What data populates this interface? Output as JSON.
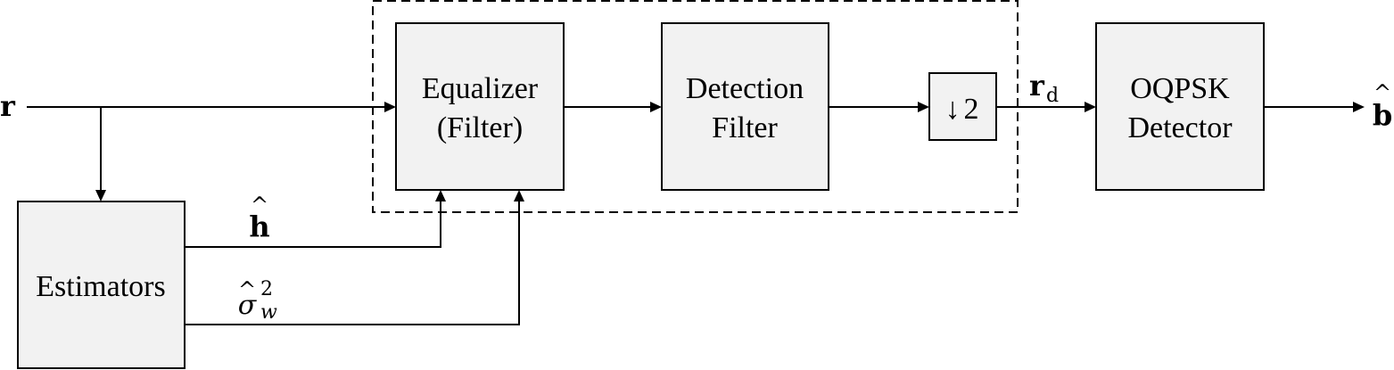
{
  "blocks": {
    "equalizer": {
      "line1": "Equalizer",
      "line2": "(Filter)"
    },
    "detection_filter": {
      "line1": "Detection",
      "line2": "Filter"
    },
    "downsampler": {
      "arrow": "↓",
      "factor": "2"
    },
    "oqpsk_detector": {
      "line1": "OQPSK",
      "line2": "Detector"
    },
    "estimators": {
      "label": "Estimators"
    }
  },
  "signals": {
    "input": "r",
    "downsampled": {
      "symbol": "r",
      "subscript": "d"
    },
    "output": {
      "symbol": "b",
      "hat": "^"
    },
    "channel_estimate": {
      "symbol": "h",
      "hat": "^"
    },
    "noise_variance": {
      "symbol": "σ",
      "hat": "^",
      "superscript": "2",
      "subscript": "w"
    }
  }
}
